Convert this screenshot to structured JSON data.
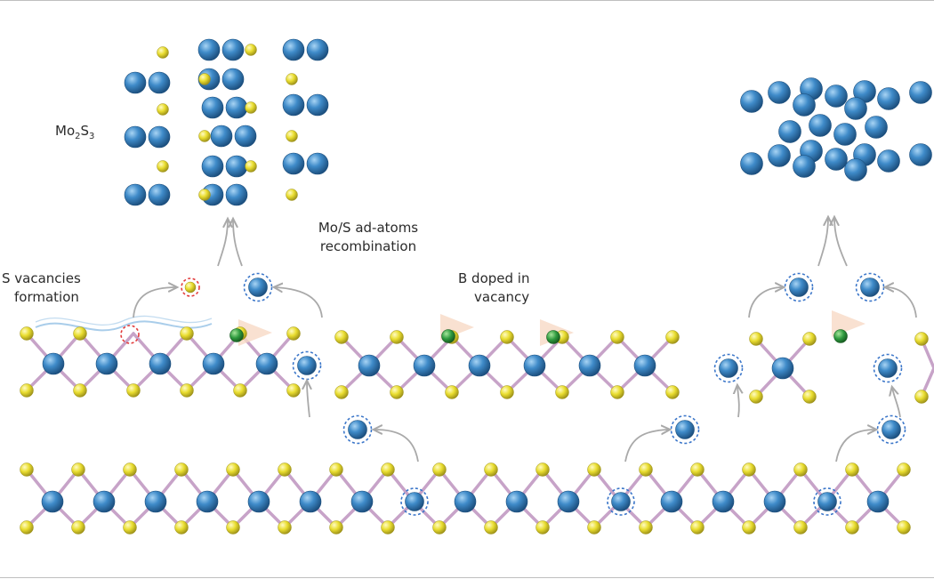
{
  "labels": {
    "mo2s3_base": "Mo",
    "mo2s3_sub1": "2",
    "mo2s3_s": "S",
    "mo2s3_sub2": "3",
    "adatom_line1": "Mo/S ad-atoms",
    "adatom_line2": "recombination",
    "vacancy_line1": "S vacancies",
    "vacancy_line2": "formation",
    "boron_line1": "B doped in",
    "boron_line2": "vacancy"
  },
  "colors": {
    "mo_atom": "#2f74b5",
    "s_atom": "#e4d82a",
    "b_atom": "#2e9a3e",
    "bond": "#c7a3c8",
    "arrow": "#a9a9a9",
    "vacancy_ring": "#e23b3b",
    "highlight_ring": "#3b76c9",
    "wave": "#a9cdea",
    "flow_triangle": "#f8d9c6"
  }
}
